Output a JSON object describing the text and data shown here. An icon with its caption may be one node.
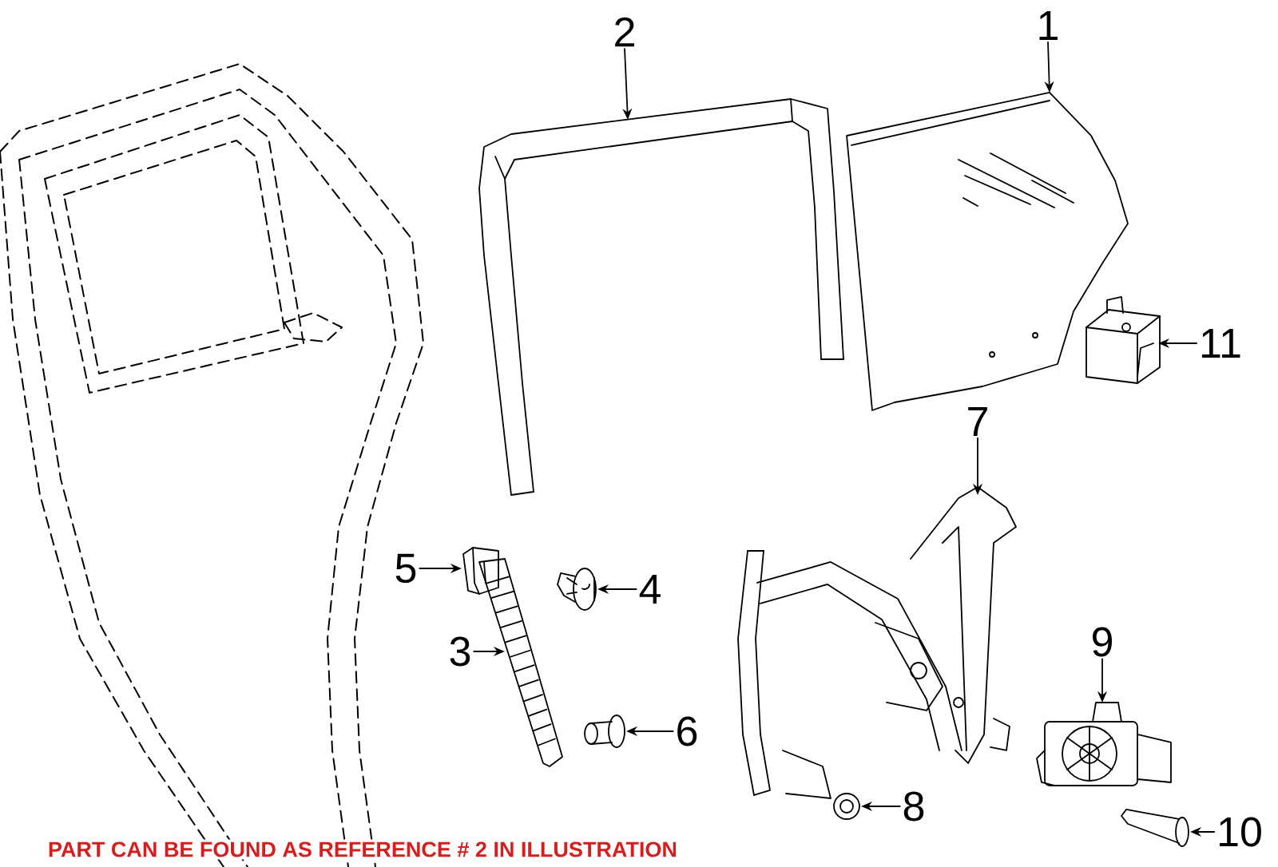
{
  "diagram": {
    "nodes": [
      {
        "text": [
          "1"
        ]
      },
      {
        "text": [
          "2"
        ]
      },
      {
        "text": [
          "3"
        ]
      },
      {
        "text": [
          "4"
        ]
      },
      {
        "text": [
          "5"
        ]
      },
      {
        "text": [
          "6"
        ]
      },
      {
        "text": [
          "7"
        ]
      },
      {
        "text": [
          "8"
        ]
      },
      {
        "text": [
          "9"
        ]
      },
      {
        "text": [
          "10"
        ]
      },
      {
        "text": [
          "11"
        ]
      },
      {
        "text": [],
        "shape": "picture"
      },
      {
        "text": [],
        "shape": "picture"
      },
      {
        "text": [],
        "shape": "picture"
      },
      {
        "text": [],
        "shape": "picture"
      },
      {
        "text": [],
        "shape": "picture"
      },
      {
        "text": [],
        "shape": "picture"
      },
      {
        "text": [],
        "shape": "picture"
      },
      {
        "text": [],
        "shape": "picture"
      },
      {
        "text": [],
        "shape": "picture"
      },
      {
        "text": [],
        "shape": "picture"
      },
      {
        "text": [],
        "shape": "picture"
      }
    ],
    "edges": [
      {
        "from": 0,
        "to": 11,
        "arrow": "to"
      },
      {
        "from": 1,
        "to": 12,
        "arrow": "to"
      },
      {
        "from": 2,
        "to": 13,
        "arrow": "to"
      },
      {
        "from": 3,
        "to": 14,
        "arrow": "to"
      },
      {
        "from": 4,
        "to": 15,
        "arrow": "to"
      },
      {
        "from": 5,
        "to": 16,
        "arrow": "to"
      },
      {
        "from": 6,
        "to": 17,
        "arrow": "to"
      },
      {
        "from": 7,
        "to": 18,
        "arrow": "to"
      },
      {
        "from": 8,
        "to": 19,
        "arrow": "to"
      },
      {
        "from": 9,
        "to": 20,
        "arrow": "to"
      },
      {
        "from": 10,
        "to": 21,
        "arrow": "to"
      }
    ],
    "labels": [
      "PART CAN BE FOUND AS REFERENCE # 2 IN ILLUSTRATION"
    ]
  }
}
